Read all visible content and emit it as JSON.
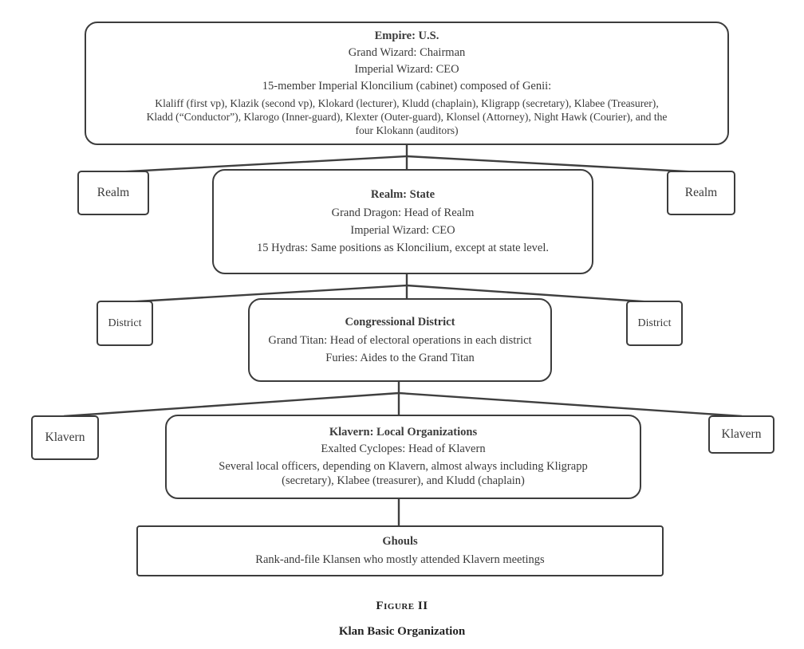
{
  "empire": {
    "title": "Empire: U.S.",
    "line1": "Grand Wizard: Chairman",
    "line2": "Imperial Wizard: CEO",
    "line3": "15-member Imperial Kloncilium (cabinet) composed of Genii:",
    "line4": "Klaliff (first vp), Klazik (second vp), Klokard (lecturer), Kludd (chaplain), Kligrapp (secretary), Klabee (Treasurer),",
    "line5": "Kladd (“Conductor”), Klarogo (Inner-guard), Klexter (Outer-guard), Klonsel (Attorney), Night Hawk (Courier), and the",
    "line6": "four Klokann (auditors)"
  },
  "realm": {
    "title": "Realm: State",
    "line1": "Grand Dragon: Head of Realm",
    "line2": "Imperial Wizard: CEO",
    "line3": "15 Hydras: Same positions as Kloncilium, except at state level.",
    "side_left": "Realm",
    "side_right": "Realm"
  },
  "district": {
    "title": "Congressional District",
    "line1": "Grand Titan: Head of electoral operations in each district",
    "line2": "Furies: Aides to the Grand Titan",
    "side_left": "District",
    "side_right": "District"
  },
  "klavern": {
    "title": "Klavern: Local Organizations",
    "line1": "Exalted Cyclopes: Head of Klavern",
    "line2": "Several local officers, depending on Klavern, almost always including Kligrapp",
    "line3": "(secretary), Klabee (treasurer), and Kludd (chaplain)",
    "side_left": "Klavern",
    "side_right": "Klavern"
  },
  "ghouls": {
    "title": "Ghouls",
    "line1": "Rank-and-file Klansen who mostly attended Klavern meetings"
  },
  "caption": {
    "figure": "Figure II",
    "title": "Klan Basic Organization"
  }
}
